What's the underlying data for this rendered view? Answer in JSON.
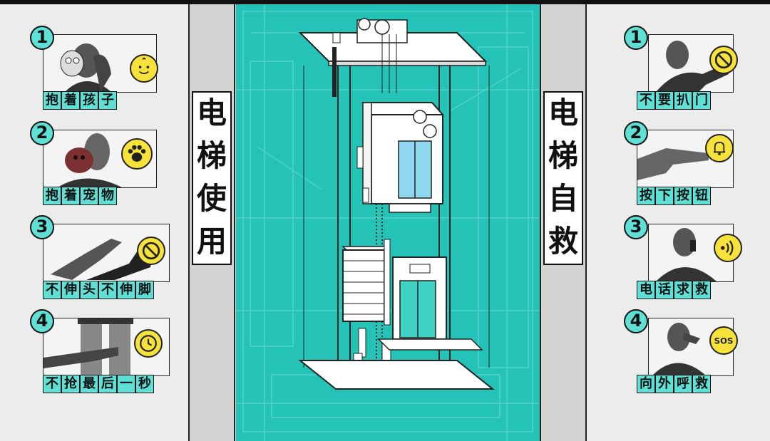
{
  "left_title": [
    "电",
    "梯",
    "使",
    "用"
  ],
  "right_title": [
    "电",
    "梯",
    "自",
    "救"
  ],
  "left_cards": [
    {
      "num": "1",
      "caption": [
        "抱",
        "着",
        "孩",
        "子"
      ],
      "icon": "baby-face-icon"
    },
    {
      "num": "2",
      "caption": [
        "抱",
        "着",
        "宠",
        "物"
      ],
      "icon": "paw-icon"
    },
    {
      "num": "3",
      "caption": [
        "不",
        "伸",
        "头",
        "不",
        "伸",
        "脚"
      ],
      "icon": "prohibited-icon"
    },
    {
      "num": "4",
      "caption": [
        "不",
        "抢",
        "最",
        "后",
        "一",
        "秒"
      ],
      "icon": "clock-icon"
    }
  ],
  "right_cards": [
    {
      "num": "1",
      "caption": [
        "不",
        "要",
        "扒",
        "门"
      ],
      "icon": "no-hand-icon"
    },
    {
      "num": "2",
      "caption": [
        "按",
        "下",
        "按",
        "钮"
      ],
      "icon": "bell-icon"
    },
    {
      "num": "3",
      "caption": [
        "电",
        "话",
        "求",
        "救"
      ],
      "icon": "signal-waves-icon"
    },
    {
      "num": "4",
      "caption": [
        "向",
        "外",
        "呼",
        "救"
      ],
      "icon": "sos-icon",
      "badge_text": "SOS"
    }
  ],
  "colors": {
    "teal": "#25c3b7",
    "label_teal": "#5fe0d6",
    "yellow": "#f6e23a"
  }
}
